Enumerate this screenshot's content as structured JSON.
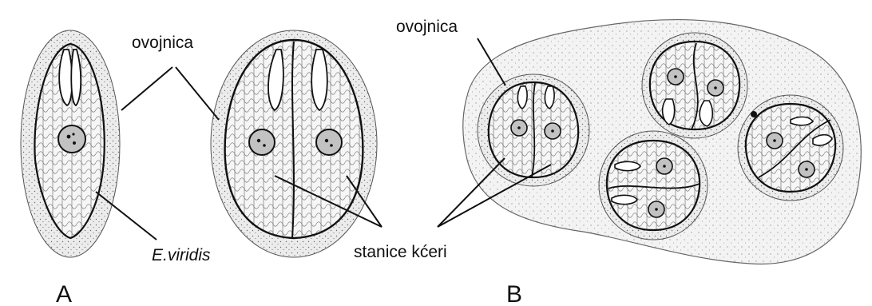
{
  "labels": {
    "sheath_left": "ovojnica",
    "sheath_right": "ovojnica",
    "species": "E.viridis",
    "daughter_cells": "stanice kćeri",
    "panel_a": "A",
    "panel_b": "B"
  },
  "colors": {
    "stroke": "#1a1a1a",
    "sheath_fill": "#e8e8e8",
    "cell_fill": "#f4f4f4",
    "nucleus_fill": "#bdbdbd",
    "colony_fill": "#ededed"
  }
}
